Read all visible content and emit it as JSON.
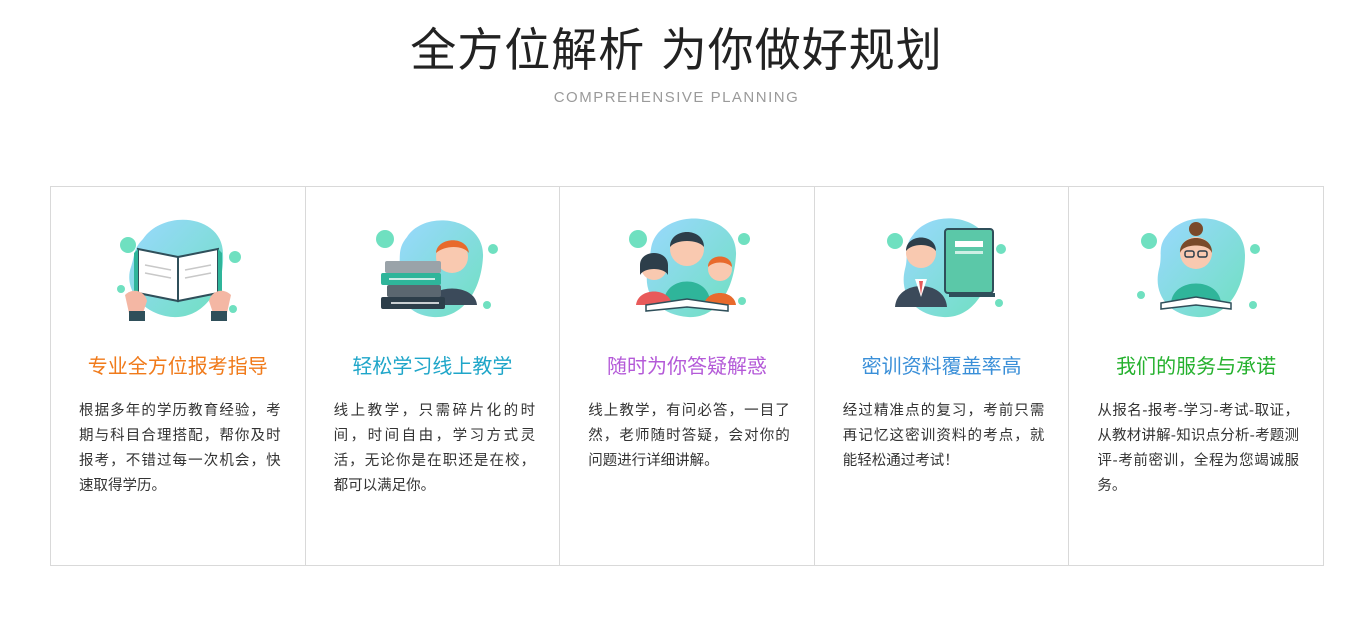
{
  "header": {
    "title": "全方位解析 为你做好规划",
    "subtitle": "COMPREHENSIVE PLANNING"
  },
  "colors": {
    "blob": "#7fdcc4",
    "blob_accent": "#a8d8ff",
    "border": "#d9d9d9"
  },
  "cards": [
    {
      "title": "专业全方位报考指导",
      "title_color": "#f07a1a",
      "icon": "open-book-hands-icon",
      "desc": "根据多年的学历教育经验，考期与科目合理搭配，帮你及时报考，不错过每一次机会，快速取得学历。"
    },
    {
      "title": "轻松学习线上教学",
      "title_color": "#1fa6c9",
      "icon": "books-student-icon",
      "desc": "线上教学，只需碎片化的时间，时间自由，学习方式灵活，无论你是在职还是在校，都可以满足你。"
    },
    {
      "title": "随时为你答疑解惑",
      "title_color": "#b45ad8",
      "icon": "teacher-students-icon",
      "desc": "线上教学，有问必答，一目了然，老师随时答疑，会对你的问题进行详细讲解。"
    },
    {
      "title": "密训资料覆盖率高",
      "title_color": "#3a8fd8",
      "icon": "businessman-notebook-icon",
      "desc": "经过精准点的复习，考前只需再记忆这密训资料的考点，就能轻松通过考试！"
    },
    {
      "title": "我们的服务与承诺",
      "title_color": "#25b12e",
      "icon": "woman-reading-icon",
      "desc": "从报名-报考-学习-考试-取证，从教材讲解-知识点分析-考题测评-考前密训，全程为您竭诚服务。"
    }
  ]
}
